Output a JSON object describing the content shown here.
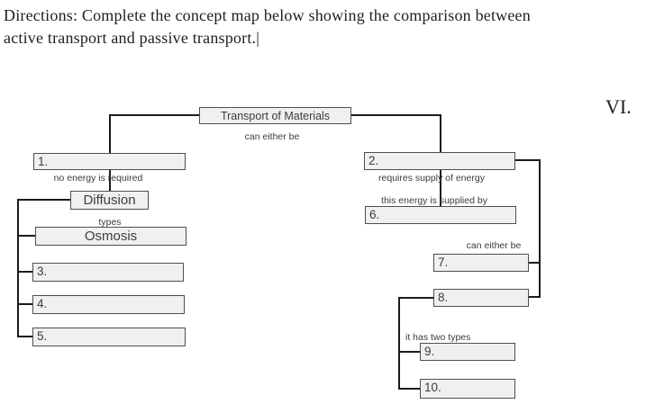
{
  "directions": {
    "lines": [
      "Directions: Complete the concept map below showing the comparison between",
      "active transport and passive transport."
    ],
    "cursor": "|"
  },
  "section_label": "VI.",
  "concept_map": {
    "root": {
      "title": "Transport of Materials",
      "connector_label": "can either be"
    },
    "passive_branch": {
      "blank_1": "1.",
      "branch_label": "no energy is required",
      "diffusion": "Diffusion",
      "types_label": "types",
      "osmosis": "Osmosis",
      "blank_3": "3.",
      "blank_4": "4.",
      "blank_5": "5."
    },
    "active_branch": {
      "blank_2": "2.",
      "branch_label": "requires supply of energy",
      "supply_label": "this energy is supplied by",
      "blank_6": "6.",
      "either_label": "can either be",
      "blank_7": "7.",
      "blank_8": "8.",
      "two_types_label": "it has two types",
      "blank_9": "9.",
      "blank_10": "10."
    }
  },
  "colors": {
    "box_fill": "#f0f0f0",
    "box_border": "#4f4f4f",
    "connector": "#1b1b1b",
    "diagram_text": "#3c3c3c",
    "body_text": "#1f1f1f"
  }
}
